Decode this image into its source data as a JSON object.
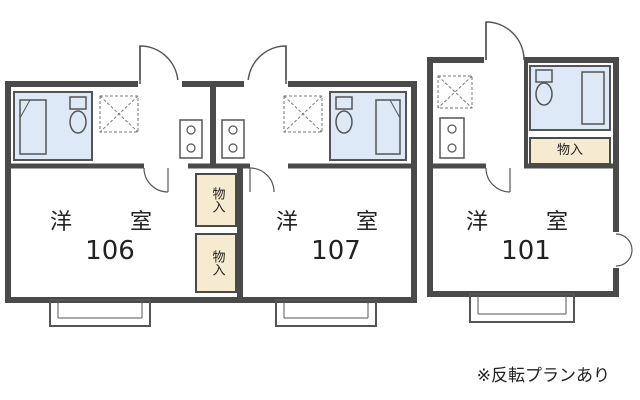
{
  "units": [
    {
      "room_name": "洋　室",
      "room_number": "106",
      "storage_labels": [
        "物入",
        "物入"
      ]
    },
    {
      "room_name": "洋　室",
      "room_number": "107"
    },
    {
      "room_name": "洋　室",
      "room_number": "101",
      "storage_labels": [
        "物入"
      ]
    }
  ],
  "note": "※反転プランあり",
  "colors": {
    "wall": "#4a4a4a",
    "bath_fill": "#dde9f7",
    "storage_fill": "#f6ead0",
    "fixture_stroke": "#555555"
  }
}
